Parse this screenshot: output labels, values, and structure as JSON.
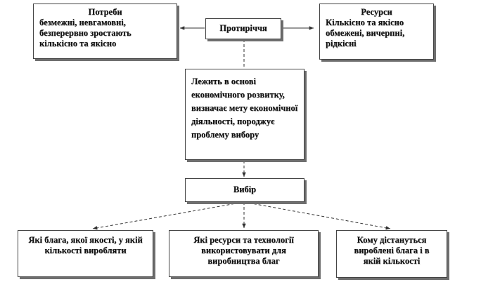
{
  "needs": {
    "title": "Потреби",
    "text": "безмежні, невгамовні, безперервно зростають кількісно  та якісно"
  },
  "resources": {
    "title": "Ресурси",
    "text": "Кількісно  та якісно обмежені, вичерпні, рідкісні"
  },
  "contradiction": {
    "label": "Протиріччя"
  },
  "description": {
    "text": "Лежить в основі економічного розвитку, визначає мету економічної діяльності,  породжує проблему вибору"
  },
  "choice": {
    "label": "Вибір"
  },
  "questions": {
    "what": "Які блага, якої якості, у якій кількості виробляти",
    "how": "Які ресурси та технології використовувати для виробництва благ",
    "whom": "Кому дістануться вироблені блага і в якій кількості"
  }
}
